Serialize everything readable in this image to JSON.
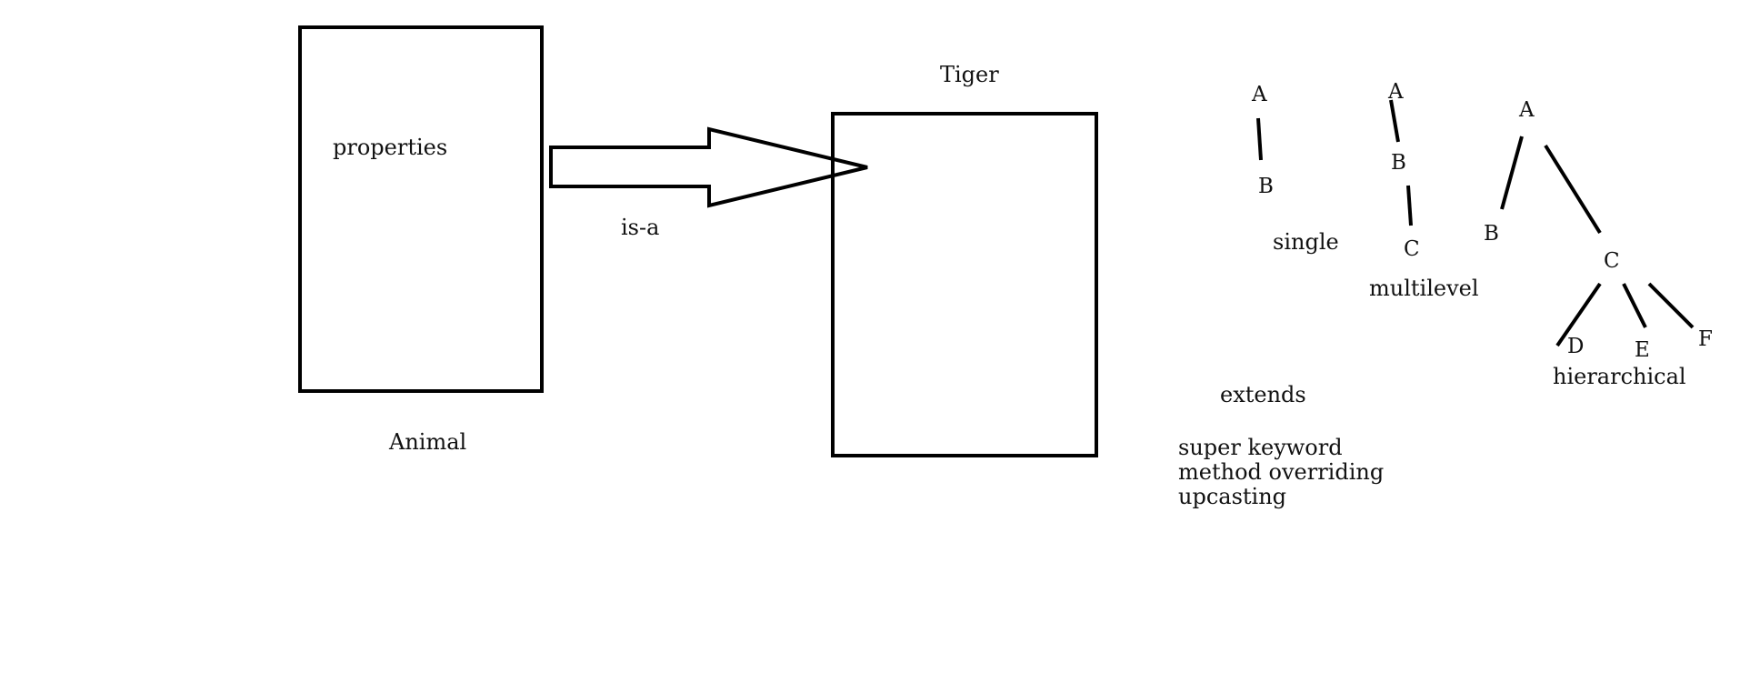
{
  "diagram": {
    "animal_box": {
      "inner_label": "properties",
      "caption": "Animal"
    },
    "arrow": {
      "label": "is-a"
    },
    "tiger_box": {
      "caption": "Tiger"
    },
    "single": {
      "nodes": [
        "A",
        "B"
      ],
      "caption": "single"
    },
    "multilevel": {
      "nodes": [
        "A",
        "B",
        "C"
      ],
      "caption": "multilevel"
    },
    "hierarchical": {
      "nodes": [
        "A",
        "B",
        "C",
        "D",
        "E",
        "F"
      ],
      "caption": "hierarchical"
    },
    "keywords": {
      "extends": "extends",
      "topics": [
        "super keyword",
        "method overriding",
        "upcasting"
      ]
    }
  }
}
